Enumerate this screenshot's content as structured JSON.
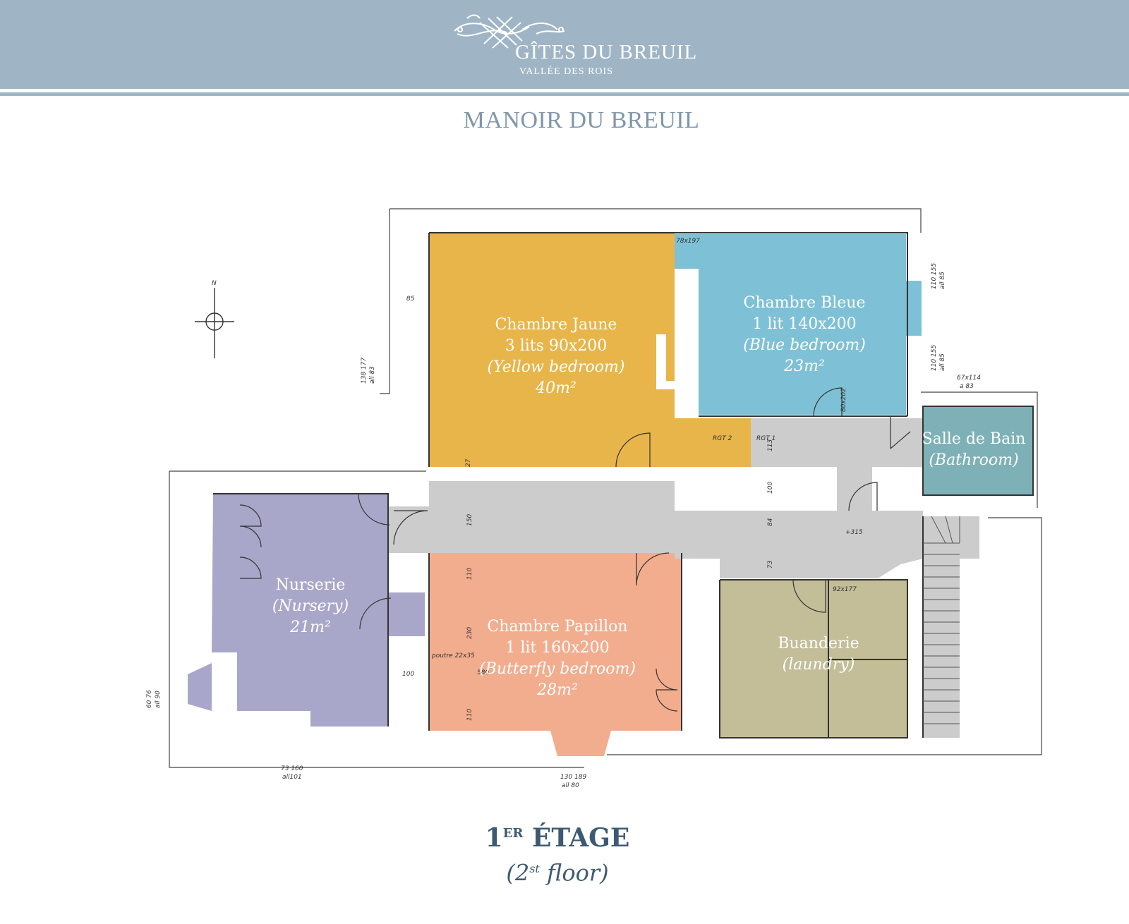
{
  "brand": {
    "name": "Gîtes du Breuil",
    "tagline": "Vallée des Rois",
    "color": "#9fb5c6"
  },
  "property_name": "MANOIR DU BREUIL",
  "rooms": {
    "jaune": {
      "name": "Chambre Jaune",
      "beds": "3 lits 90x200",
      "english": "(Yellow bedroom)",
      "area": "40m²",
      "color": "#e8b54a"
    },
    "bleue": {
      "name": "Chambre Bleue",
      "beds": "1 lit 140x200",
      "english": "(Blue bedroom)",
      "area": "23m²",
      "color": "#7ec1d6"
    },
    "bain": {
      "name": "Salle de Bain",
      "english": "(Bathroom)",
      "color": "#7db1b7"
    },
    "nurserie": {
      "name": "Nurserie",
      "english": "(Nursery)",
      "area": "21m²",
      "color": "#a9a7c9"
    },
    "papillon": {
      "name": "Chambre Papillon",
      "beds": "1 lit 160x200",
      "english": "(Butterfly bedroom)",
      "area": "28m²",
      "color": "#f2ad8e"
    },
    "buanderie": {
      "name": "Buanderie",
      "english": "(laundry)",
      "color": "#c3bd98"
    },
    "rgt2": {
      "label": "RGT 2",
      "color": "#e8b54a"
    },
    "corridor": {
      "color": "#cccccc"
    }
  },
  "plan_annotations": {
    "rgt1": "RGT 1",
    "dim_85": "85",
    "dim_27": "27",
    "dim_150": "150",
    "dim_100_left": "100",
    "dim_100_mid": "100",
    "dim_113": "113",
    "dim_84": "84",
    "dim_73": "73",
    "dim_315": "+315",
    "dim_230": "230",
    "dim_580": "580",
    "dim_110a": "110",
    "dim_110b": "110",
    "poutre": "poutre 22x35",
    "bottom_dim_1": "73 160",
    "bottom_dim_1b": "all101",
    "bottom_dim_2": "130 189",
    "bottom_dim_2b": "all 80",
    "left_dim": "60 76",
    "left_dim_b": "all 90",
    "top_left_dim": "138 177",
    "top_left_dim_b": "all 83",
    "right_dim_1": "110 155",
    "right_dim_1b": "all 85",
    "right_dim_2": "110 155",
    "right_dim_2b": "all 85",
    "dim_67_114": "67x114",
    "dim_a83": "a 83",
    "dim_78_197": "78x197",
    "dim_80_202": "80x202",
    "dim_92_177": "92x177",
    "compass": "N"
  },
  "floor": {
    "number": "1",
    "suffix": "ER",
    "word": "ÉTAGE",
    "english_open": "(2",
    "english_sup": "st",
    "english_close": " floor)"
  }
}
